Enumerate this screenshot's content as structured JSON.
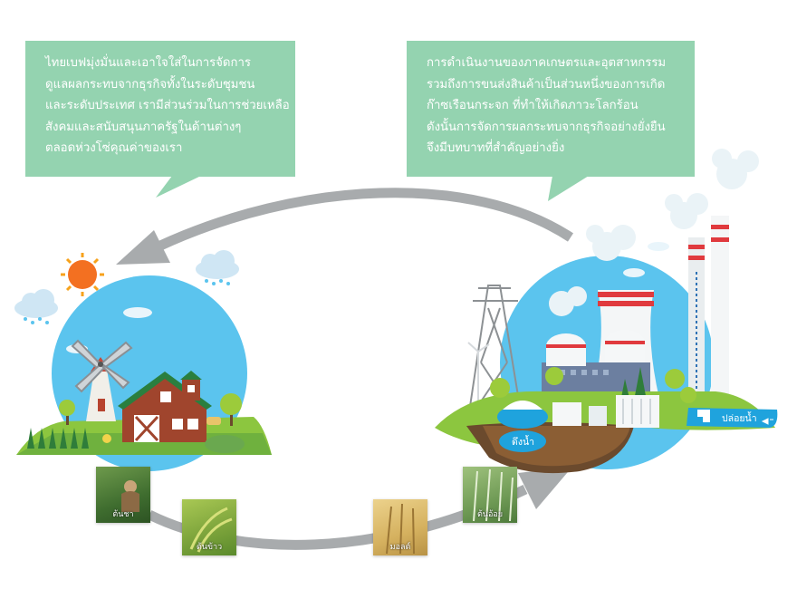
{
  "left_bubble": {
    "lines": [
      "ไทยเบฟมุ่งมั่นและเอาใจใส่ในการจัดการ",
      "ดูแลผลกระทบจากธุรกิจทั้งในระดับชุมชน",
      "และระดับประเทศ เรามีส่วนร่วมในการช่วยเหลือ",
      "สังคมและสนับสนุนภาครัฐในด้านต่างๆ",
      "ตลอดห่วงโซ่คุณค่าของเรา"
    ]
  },
  "right_bubble": {
    "lines": [
      "การดำเนินงานของภาคเกษตรและอุตสาหกรรม",
      "รวมถึงการขนส่งสินค้าเป็นส่วนหนึ่งของการเกิด",
      "ก๊าซเรือนกระจก ที่ทำให้เกิดภาวะโลกร้อน",
      "ดังนั้นการจัดการผลกระทบจากธุรกิจอย่างยั่งยืน",
      "จึงมีบทบาทที่สำคัญอย่างยิ่ง"
    ]
  },
  "crops": [
    {
      "label": "ต้นชา",
      "color": "#4f7f3a"
    },
    {
      "label": "ต้นข้าว",
      "color": "#8fb23c"
    },
    {
      "label": "มอลต์",
      "color": "#d7b766"
    },
    {
      "label": "ต้นอ้อย",
      "color": "#6f9a55"
    }
  ],
  "factory": {
    "water_intake_label": "ดึงน้ำ",
    "water_release_label": "ปล่อยน้ำ"
  },
  "colors": {
    "bubble": "#94d3b0",
    "sky": "#5bc4ee",
    "grass": "#8cc63f",
    "arrow": "#a8abad"
  }
}
